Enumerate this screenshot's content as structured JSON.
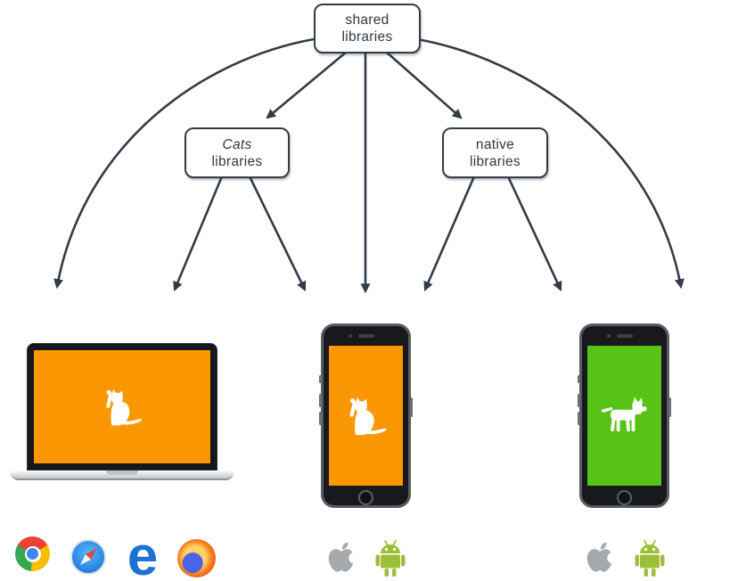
{
  "nodes": {
    "shared": {
      "line1": "shared",
      "line2": "libraries"
    },
    "cats": {
      "line1": "Cats",
      "line2": "libraries"
    },
    "native": {
      "line1": "native",
      "line2": "libraries"
    }
  },
  "icons": {
    "edge_letter": "e",
    "browsers": [
      "chrome",
      "safari",
      "edge",
      "firefox"
    ],
    "cat_phone_platforms": [
      "apple",
      "android"
    ],
    "dog_phone_platforms": [
      "apple",
      "android"
    ]
  },
  "devices": [
    {
      "name": "laptop",
      "screen_color": "orange",
      "animal": "cat"
    },
    {
      "name": "phone-cat",
      "screen_color": "orange",
      "animal": "cat"
    },
    {
      "name": "phone-dog",
      "screen_color": "green",
      "animal": "dog"
    }
  ],
  "colors": {
    "arrow": "#333B47",
    "node_border": "#333B47",
    "node_text": "#2E3843",
    "cat_screen_orange": "#FB9702",
    "dog_screen_green": "#58C217",
    "android_green": "#9CBF3A",
    "apple_gray": "#A6AAAD",
    "chrome_red": "#EA4335",
    "chrome_yellow": "#FBBC05",
    "chrome_green": "#34A853",
    "chrome_blue": "#4285F4",
    "edge_blue": "#1E73D2",
    "safari_blue_light": "#59B7F4",
    "safari_blue_dark": "#1E7BE0",
    "safari_needle_red": "#E8453C",
    "firefox_outer": "#E3360E",
    "firefox_mid": "#F6821F",
    "firefox_yellow": "#FFD167",
    "firefox_globe": "#4A63E8"
  }
}
